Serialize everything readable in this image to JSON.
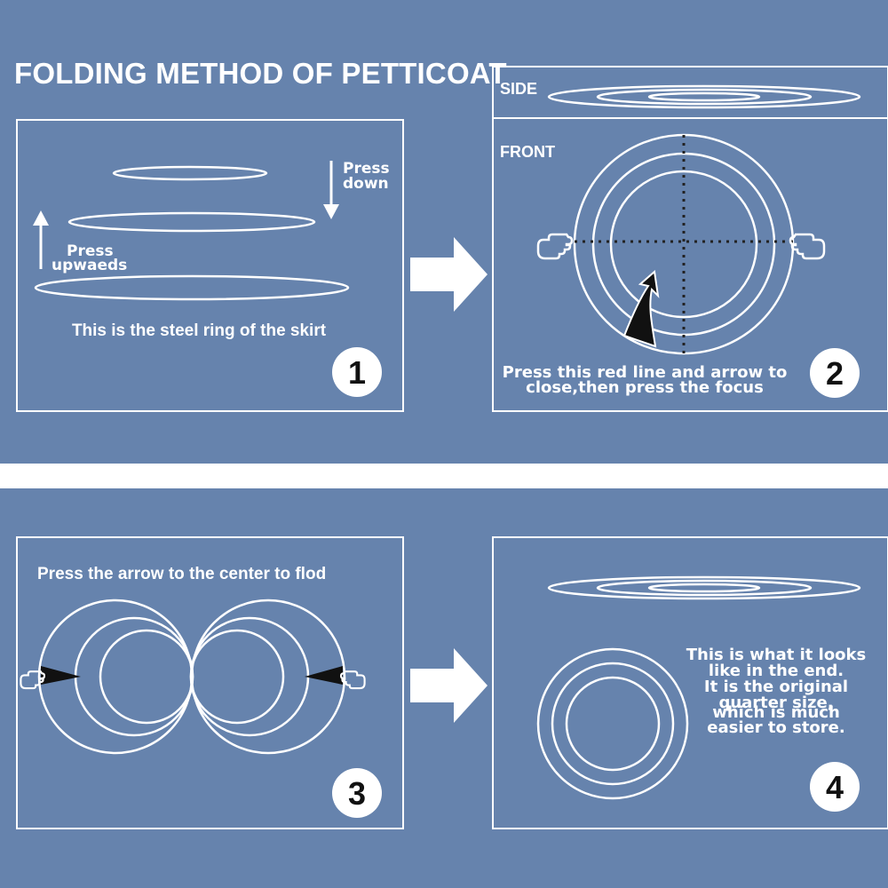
{
  "title": "FOLDING METHOD OF PETTICOAT",
  "panels": {
    "p1": {
      "number": "1",
      "press_down": [
        "Press",
        "down"
      ],
      "press_up": [
        "Press",
        "upwaeds"
      ],
      "caption": "This is the steel ring of the skirt"
    },
    "p2": {
      "number": "2",
      "side_label": "SIDE",
      "front_label": "FRONT",
      "caption": [
        "Press this red line and arrow to",
        "close,then press the focus"
      ]
    },
    "p3": {
      "number": "3",
      "caption": "Press the arrow to the center to flod"
    },
    "p4": {
      "number": "4",
      "caption": [
        "This is what it looks",
        "like in the end.",
        "It is the original",
        "quarter size,",
        "which is much",
        "easier to store."
      ]
    }
  },
  "colors": {
    "background": "#6683ad",
    "line": "#ffffff",
    "arrow_dark": "#111111"
  },
  "icons": [
    "pointing-hand-icon",
    "right-arrow-icon",
    "black-arrow-icon"
  ]
}
